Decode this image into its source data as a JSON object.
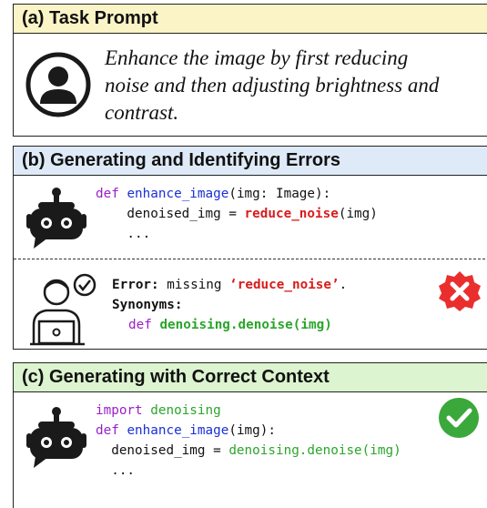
{
  "panel_a": {
    "header": "(a) Task Prompt",
    "prompt_line1": "Enhance the image by first reducing",
    "prompt_line2": "noise and then adjusting brightness and",
    "prompt_line3": "contrast."
  },
  "panel_b": {
    "header": "(b) Generating and Identifying Errors",
    "code_line1_kw": "def",
    "code_line1_fn": "enhance_image",
    "code_line1_rest": "(img: Image):",
    "code_line2_pre": "    denoised_img = ",
    "code_line2_err": "reduce_noise",
    "code_line2_post": "(img)",
    "code_line3": "    ...",
    "error_label": "Error:",
    "error_text": " missing ",
    "error_name": "‘reduce_noise’",
    "error_end": ".",
    "synonyms_label": "Synonyms:",
    "syn_kw": "def",
    "syn_fn": "denoising.denoise(img)"
  },
  "panel_c": {
    "header": "(c) Generating with Correct Context",
    "line1_kw": "import",
    "line1_mod": "denoising",
    "line2_kw": "def",
    "line2_fn": "enhance_image",
    "line2_rest": "(img):",
    "line3_pre": "  denoised_img = ",
    "line3_call": "denoising.denoise(img)",
    "line4": "  ..."
  },
  "colors": {
    "keyword": "#9b1fc7",
    "function": "#1a2fd6",
    "error": "#d91c1c",
    "success": "#2ba52b",
    "header_a": "#fbf4c6",
    "header_b": "#dfeaf8",
    "header_c": "#dcf4cf"
  },
  "icons": [
    "user-icon",
    "robot-icon",
    "developer-laptop-icon",
    "error-badge-icon",
    "success-check-icon"
  ]
}
